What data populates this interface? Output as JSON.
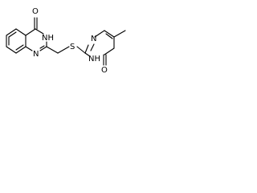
{
  "molecule": {
    "atoms": {
      "o_top": "O",
      "nh_left": "NH",
      "n_left": "N",
      "s": "S",
      "n_right": "N",
      "nh_right": "NH",
      "o_bottom": "O"
    },
    "colors": {
      "bond": "#000000",
      "label": "#000000",
      "background": "#ffffff"
    }
  }
}
